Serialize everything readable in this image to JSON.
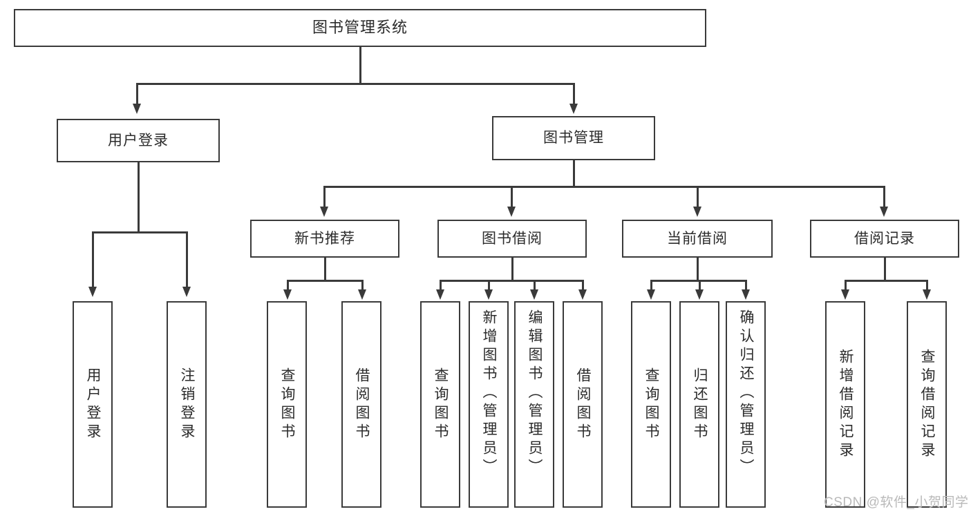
{
  "diagram": {
    "title": "图书管理系统",
    "watermark": "CSDN @软件_小贺同学",
    "line_color": "#3a3a3a",
    "text_color": "#2b2b2b",
    "background": "#ffffff",
    "type": "tree",
    "levels": 4
  },
  "root": {
    "label": "图书管理系统"
  },
  "tier2": [
    {
      "label": "用户登录"
    },
    {
      "label": "图书管理"
    }
  ],
  "tier3": [
    {
      "label": "新书推荐"
    },
    {
      "label": "图书借阅"
    },
    {
      "label": "当前借阅"
    },
    {
      "label": "借阅记录"
    }
  ],
  "leaves": {
    "user_login": [
      {
        "label": "用户登录"
      },
      {
        "label": "注销登录"
      }
    ],
    "new_book": [
      {
        "label": "查询图书"
      },
      {
        "label": "借阅图书"
      }
    ],
    "book_borrow": [
      {
        "label": "查询图书"
      },
      {
        "label": "新增图书（管理员）"
      },
      {
        "label": "编辑图书（管理员）"
      },
      {
        "label": "借阅图书"
      }
    ],
    "current_borrow": [
      {
        "label": "查询图书"
      },
      {
        "label": "归还图书"
      },
      {
        "label": "确认归还（管理员）"
      }
    ],
    "borrow_record": [
      {
        "label": "新增借阅记录"
      },
      {
        "label": "查询借阅记录"
      }
    ]
  }
}
